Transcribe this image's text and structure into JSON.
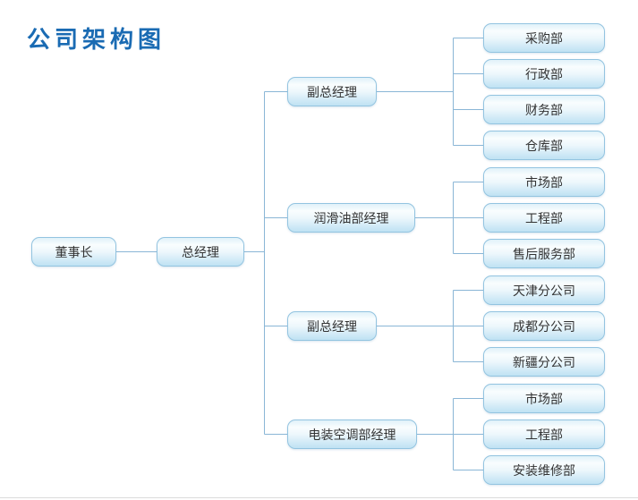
{
  "page": {
    "title": "公司架构图"
  },
  "colors": {
    "title": "#1a6bb3",
    "line": "#8ab6d6",
    "box_border": "#93c4e0",
    "box_text": "#333333",
    "background": "#ffffff"
  },
  "org": {
    "root": {
      "label": "董事长"
    },
    "general_manager": {
      "label": "总经理"
    },
    "managers": [
      {
        "label": "副总经理",
        "departments": [
          "采购部",
          "行政部",
          "财务部",
          "仓库部"
        ]
      },
      {
        "label": "润滑油部经理",
        "departments": [
          "市场部",
          "工程部",
          "售后服务部"
        ]
      },
      {
        "label": "副总经理",
        "departments": [
          "天津分公司",
          "成都分公司",
          "新疆分公司"
        ]
      },
      {
        "label": "电装空调部经理",
        "departments": [
          "市场部",
          "工程部",
          "安装维修部"
        ]
      }
    ]
  }
}
